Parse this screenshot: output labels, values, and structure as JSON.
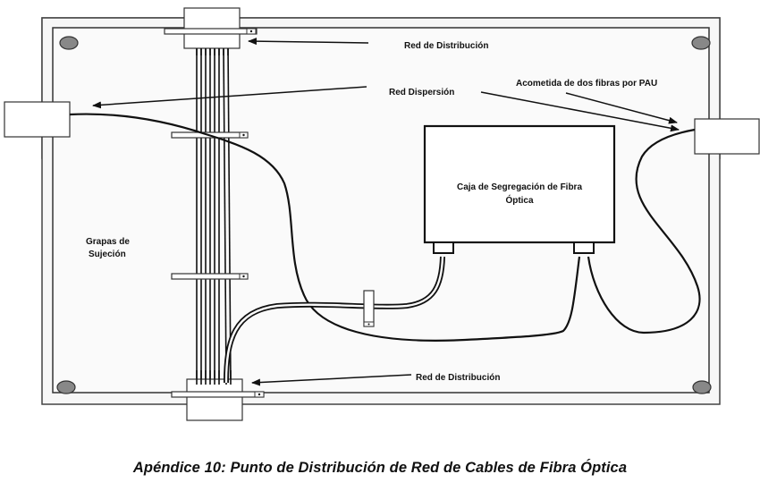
{
  "labels": {
    "red_distribucion_top": "Red de Distribución",
    "red_dispersion": "Red Dispersión",
    "acometida": "Acometida de dos fibras por PAU",
    "caja_line1": "Caja de Segregación de Fibra",
    "caja_line2": "Óptica",
    "grapas_line1": "Grapas de",
    "grapas_line2": "Sujeción",
    "red_distribucion_bottom": "Red de Distribución"
  },
  "caption": "Apéndice 10: Punto de Distribución de Red de Cables de  Fibra Óptica",
  "components": {
    "fiber_bundle_count": 8,
    "clamp_count": 4,
    "box_connectors": 2,
    "pau_boxes": 2,
    "mounting_holes": 4
  },
  "colors": {
    "line": "#111111",
    "board_fill": "#f7f7f7",
    "hole_fill": "#888888",
    "box_fill": "#ffffff"
  }
}
